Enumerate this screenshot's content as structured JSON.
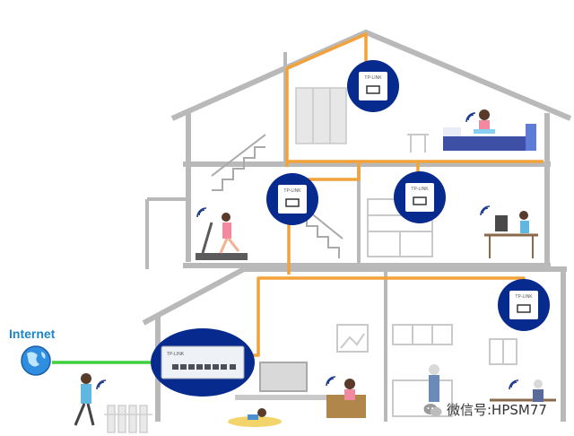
{
  "labels": {
    "internet": "Internet",
    "watermark": "微信号:HPSM77"
  },
  "ap_brand": "TP-LINK",
  "colors": {
    "wall": "#b9b9b9",
    "cable_orange": "#f3a23a",
    "cable_green": "#3fcf3f",
    "ap_circle": "#062a8e",
    "globe": "#2f8ee0",
    "label_blue": "#1c86c8"
  },
  "access_points": [
    {
      "name": "attic-ap"
    },
    {
      "name": "stairs-ap"
    },
    {
      "name": "study-ap"
    },
    {
      "name": "kitchen-ap"
    }
  ],
  "switch": {
    "name": "network-switch"
  }
}
